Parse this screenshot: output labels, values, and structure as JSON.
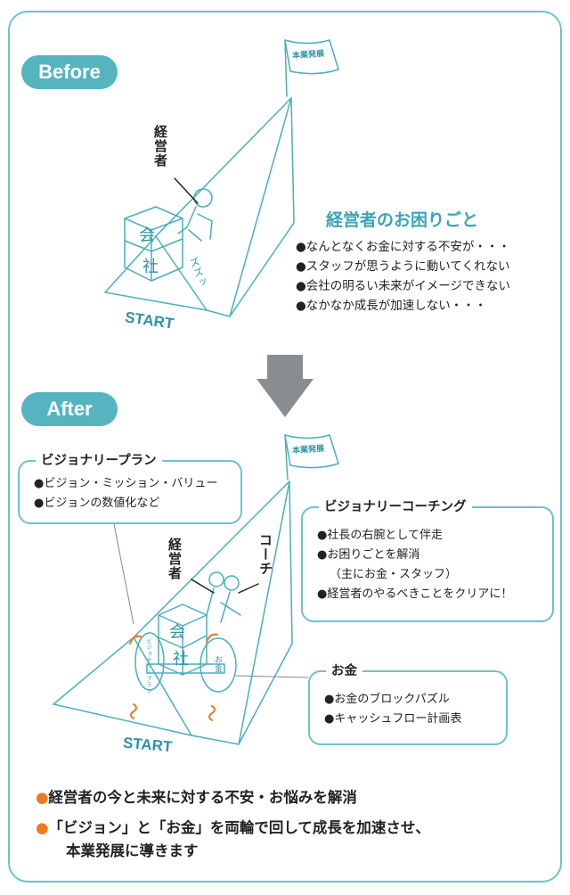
{
  "before": {
    "badge": "Before",
    "person_label": "経営者",
    "start_label": "START",
    "flag_label": "本業発展",
    "box_top": "会",
    "box_bottom": "社",
    "sound_effect": "ズズッ",
    "heading": "経営者のお困りごと",
    "troubles": [
      "●なんとなくお金に対する不安が・・・",
      "●スタッフが思うように動いてくれない",
      "●会社の明るい未来がイメージできない",
      "●なかなか成長が加速しない・・・"
    ]
  },
  "after": {
    "badge": "After",
    "person_label": "経営者",
    "coach_label": "コーチ",
    "start_label": "START",
    "flag_label": "本業発展",
    "box_top": "会",
    "box_bottom": "社",
    "wheel_right": "お金",
    "wheel_left": "ビジョナリープラン",
    "visionary_plan": {
      "title": "ビジョナリープラン",
      "items": [
        "●ビジョン・ミッション・バリュー",
        "●ビジョンの数値化など"
      ]
    },
    "coaching": {
      "title": "ビジョナリーコーチング",
      "items": [
        "●社長の右腕として伴走",
        "●お困りごとを解消",
        "（主にお金・スタッフ）",
        "●経営者のやるべきことをクリアに！"
      ]
    },
    "money": {
      "title": "お金",
      "items": [
        "●お金のブロックパズル",
        "●キャッシュフロー計画表"
      ]
    }
  },
  "summary": {
    "line1": "経営者の今と未来に対する不安・お悩みを解消",
    "line2a": "「ビジョン」と「お金」を両輪で回して成長を加速させ、",
    "line2b": "本業発展に導きます"
  },
  "colors": {
    "teal": "#55b4c0",
    "teal_line": "#6fc1cb",
    "orange": "#f07820",
    "arrow": "#8a8d90"
  }
}
